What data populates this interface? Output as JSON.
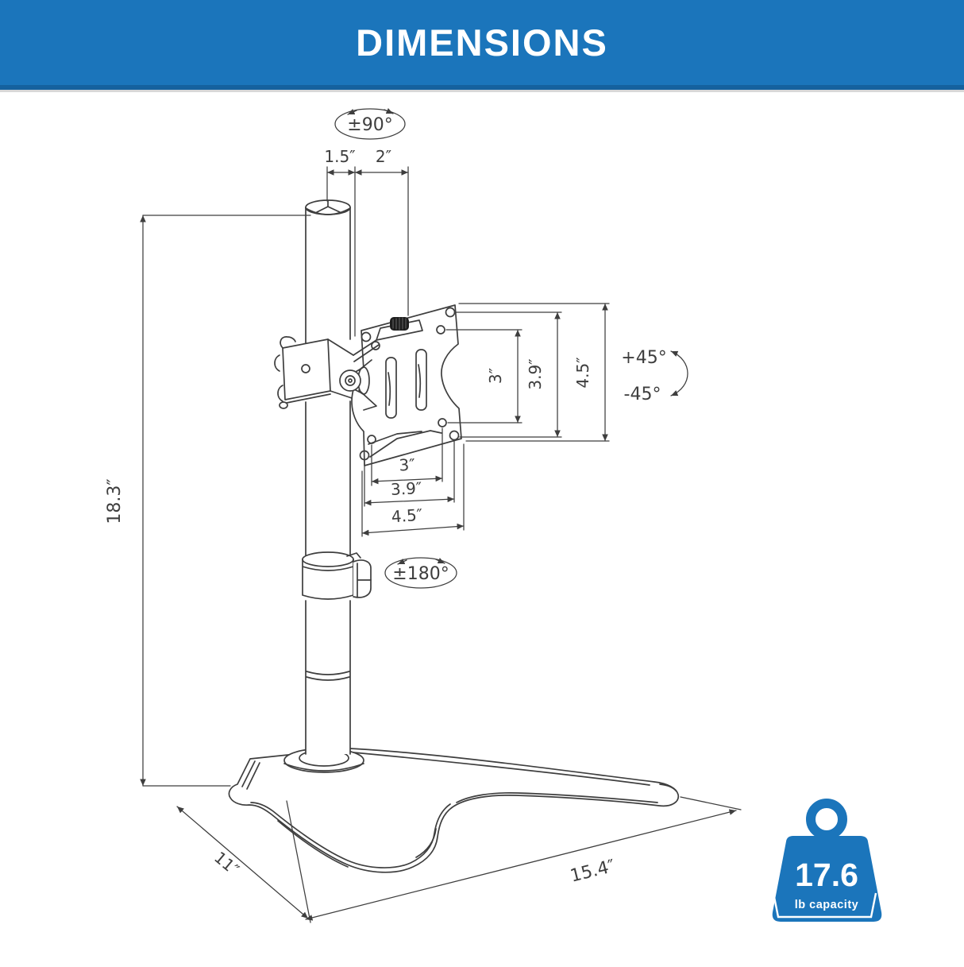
{
  "header": {
    "title": "DIMENSIONS"
  },
  "colors": {
    "header_bg": "#1b75bb",
    "line": "#3e3e3e",
    "badge_blue": "#1b75bb",
    "header_text": "#ffffff"
  },
  "dimensions": {
    "head_rotation": "±90°",
    "pole_width": "1.5″",
    "head_offset": "2″",
    "stand_height": "18.3″",
    "vesa_vertical": [
      "3″",
      "3.9″",
      "4.5″"
    ],
    "vesa_horizontal": [
      "3″",
      "3.9″",
      "4.5″"
    ],
    "tilt_up": "+45°",
    "tilt_down": "-45°",
    "swivel": "±180°",
    "base_depth": "11″",
    "base_width": "15.4″"
  },
  "badge": {
    "value": "17.6",
    "label": "lb capacity"
  }
}
